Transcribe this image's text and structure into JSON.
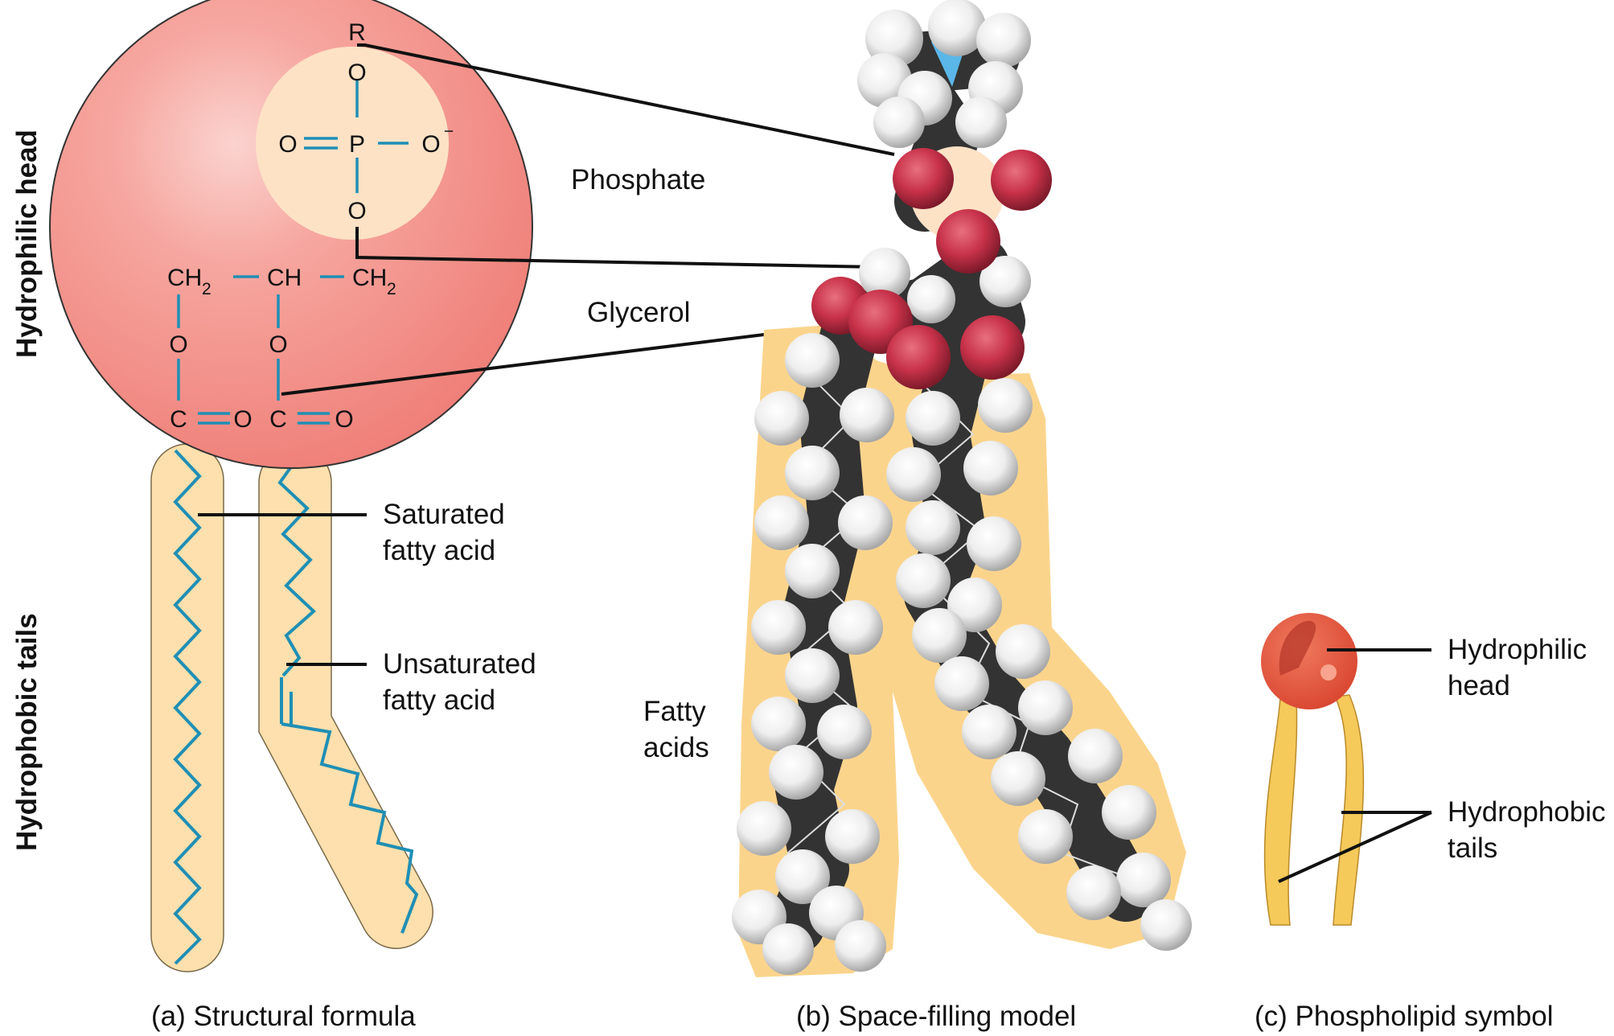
{
  "side_labels": {
    "head": "Hydrophilic head",
    "tails": "Hydrophobic tails"
  },
  "structure": {
    "r": "R",
    "o_top": "O",
    "o_left": "O",
    "p": "P",
    "o_right": "O",
    "minus": "−",
    "o_bottom": "O",
    "ch2_left": "CH",
    "ch2_left_sub": "2",
    "ch": "CH",
    "ch2_right": "CH",
    "ch2_right_sub": "2",
    "o_ester_left": "O",
    "o_ester_right": "O",
    "c_left": "C",
    "o_carbonyl_left": "O",
    "c_right": "C",
    "o_carbonyl_right": "O"
  },
  "labels": {
    "phosphate": "Phosphate",
    "glycerol": "Glycerol",
    "saturated_line1": "Saturated",
    "saturated_line2": "fatty acid",
    "unsaturated_line1": "Unsaturated",
    "unsaturated_line2": "fatty acid",
    "fatty_line1": "Fatty",
    "fatty_line2": "acids",
    "symbol_head_line1": "Hydrophilic",
    "symbol_head_line2": "head",
    "symbol_tails_line1": "Hydrophobic",
    "symbol_tails_line2": "tails"
  },
  "captions": {
    "a": "(a) Structural formula",
    "b": "(b) Space-filling model",
    "c": "(c) Phospholipid symbol"
  },
  "colors": {
    "head_sphere": "#f08a82",
    "phosphate_disc": "#fde2c6",
    "bond": "#1f8fb5",
    "tail_fill": "#fde0ad",
    "oxygen_atom": "#c8324a",
    "carbon_atom": "#333333",
    "hydrogen_atom": "#f0f0f0",
    "nitrogen_atom": "#5bb7e8",
    "symbol_head": "#e0533d",
    "symbol_tail": "#f5c95a"
  }
}
